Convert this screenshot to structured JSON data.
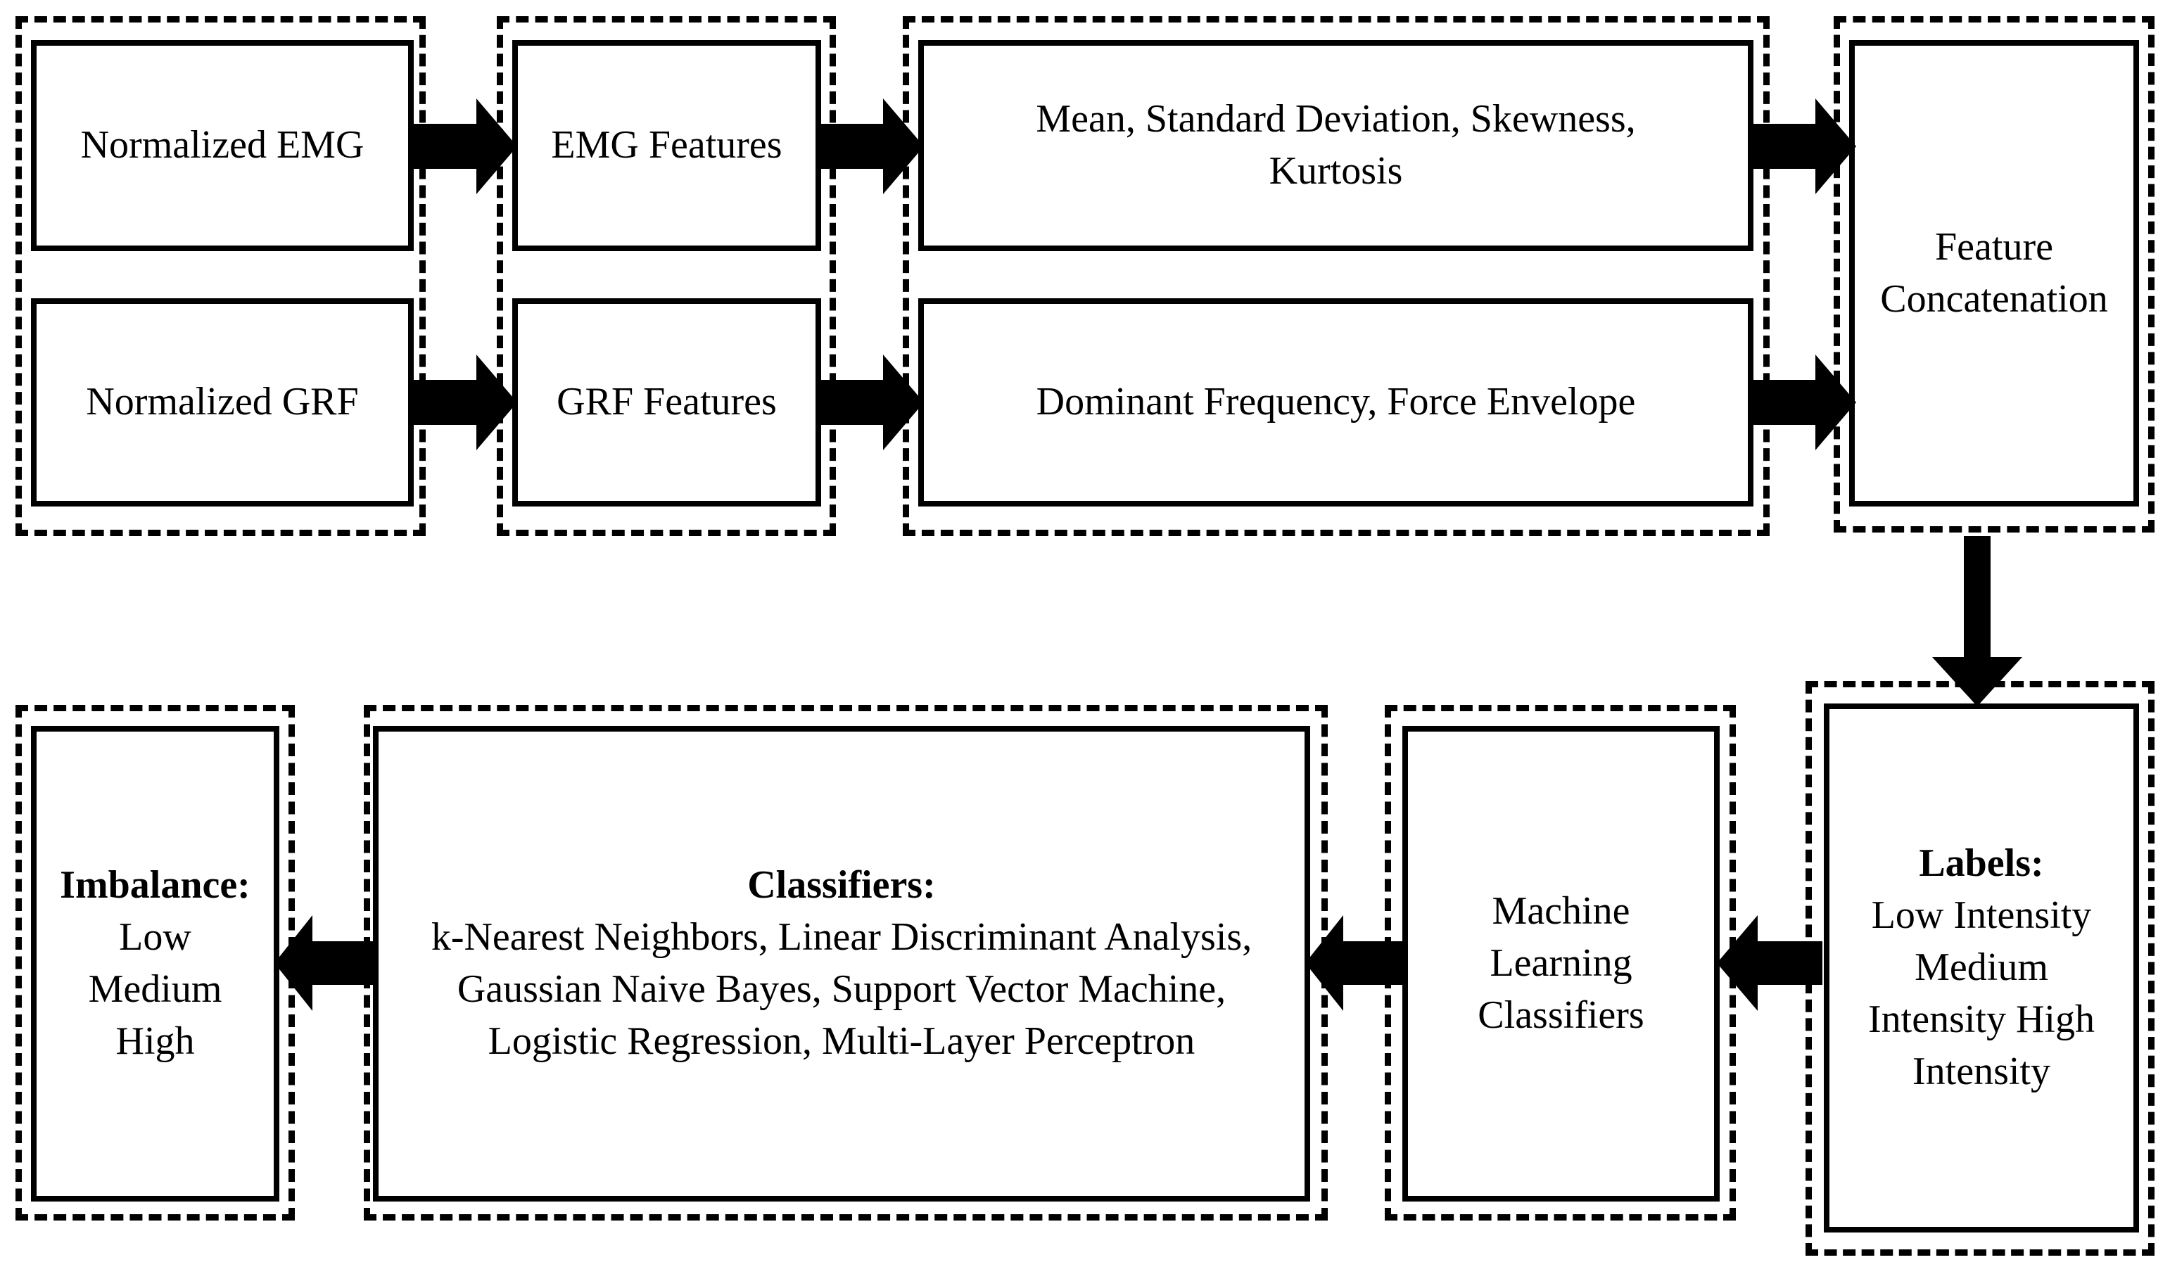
{
  "diagram": {
    "title": "EMG and GRF machine-learning pipeline for imbalance intensity classification",
    "colors": {
      "stroke": "#000000",
      "background": "#ffffff"
    },
    "nodes": {
      "normalized_emg": {
        "label": "Normalized EMG"
      },
      "normalized_grf": {
        "label": "Normalized GRF"
      },
      "emg_features": {
        "label": "EMG Features"
      },
      "grf_features": {
        "label": "GRF Features"
      },
      "emg_feature_list": {
        "label": "Mean, Standard Deviation, Skewness, Kurtosis"
      },
      "grf_feature_list": {
        "label": "Dominant Frequency, Force Envelope"
      },
      "feature_concatenation": {
        "label": "Feature Concatenation"
      },
      "labels": {
        "heading": "Labels:",
        "items": "Low Intensity Medium Intensity High Intensity"
      },
      "ml_classifiers": {
        "label": "Machine Learning Classifiers"
      },
      "classifiers": {
        "heading": "Classifiers:",
        "items": "k-Nearest Neighbors, Linear Discriminant Analysis, Gaussian Naive Bayes, Support Vector Machine, Logistic Regression, Multi-Layer Perceptron"
      },
      "imbalance": {
        "heading": "Imbalance:",
        "items": "Low Medium High"
      }
    },
    "arrows": [
      {
        "name": "normalized-emg-to-emg-features",
        "direction": "right"
      },
      {
        "name": "normalized-grf-to-grf-features",
        "direction": "right"
      },
      {
        "name": "emg-features-to-emg-feature-list",
        "direction": "right"
      },
      {
        "name": "grf-features-to-grf-feature-list",
        "direction": "right"
      },
      {
        "name": "emg-feature-list-to-feature-concatenation",
        "direction": "right"
      },
      {
        "name": "grf-feature-list-to-feature-concatenation",
        "direction": "right"
      },
      {
        "name": "feature-concatenation-to-labels",
        "direction": "down"
      },
      {
        "name": "labels-to-ml-classifiers",
        "direction": "left"
      },
      {
        "name": "ml-classifiers-to-classifiers",
        "direction": "left"
      },
      {
        "name": "classifiers-to-imbalance",
        "direction": "left"
      }
    ]
  }
}
